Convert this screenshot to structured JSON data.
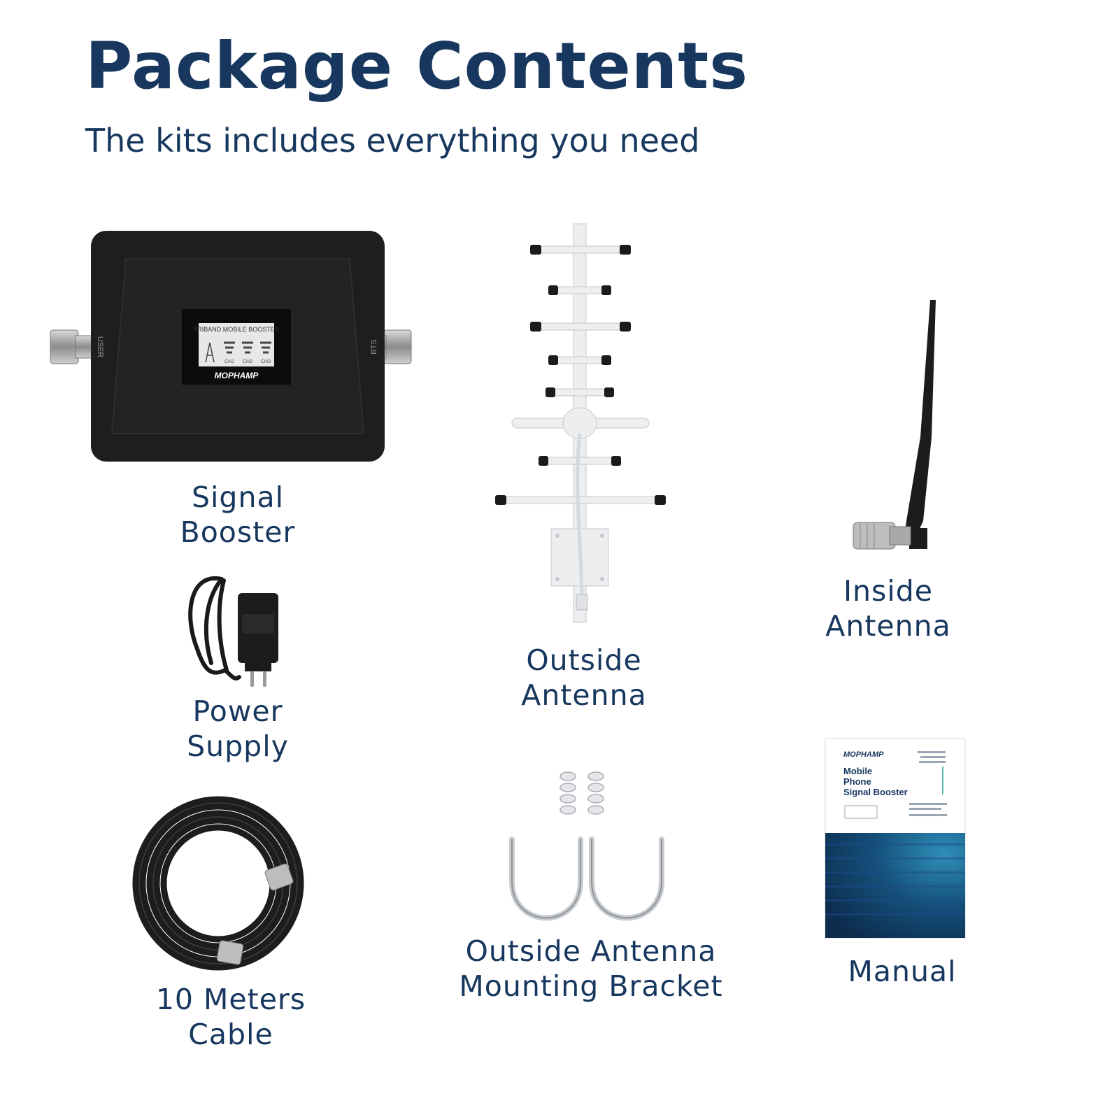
{
  "header": {
    "title": "Package Contents",
    "subtitle": "The kits includes everything you need"
  },
  "colors": {
    "heading": "#17375e",
    "booster_body": "#1e1e20",
    "antenna_white": "#eceef0",
    "manual_blue": "#12456b"
  },
  "items": {
    "signal_booster": {
      "line1": "Signal",
      "line2": "Booster",
      "screen_title": "TRIBAND MOBILE BOOSTER",
      "screen_ch1": "CH1",
      "screen_ch2": "CH2",
      "screen_ch3": "CH3",
      "brand": "MOPHAMP",
      "port_left": "USER",
      "port_right": "BTS"
    },
    "power_supply": {
      "line1": "Power",
      "line2": "Supply"
    },
    "cable": {
      "line1": "10 Meters",
      "line2": "Cable"
    },
    "outside_antenna": {
      "line1": "Outside",
      "line2": "Antenna"
    },
    "mounting_bracket": {
      "line1": "Outside Antenna",
      "line2": "Mounting Bracket"
    },
    "inside_antenna": {
      "line1": "Inside",
      "line2": "Antenna"
    },
    "manual": {
      "label": "Manual",
      "brand": "MOPHAMP",
      "title1": "Mobile",
      "title2": "Phone",
      "title3": "Signal Booster"
    }
  }
}
